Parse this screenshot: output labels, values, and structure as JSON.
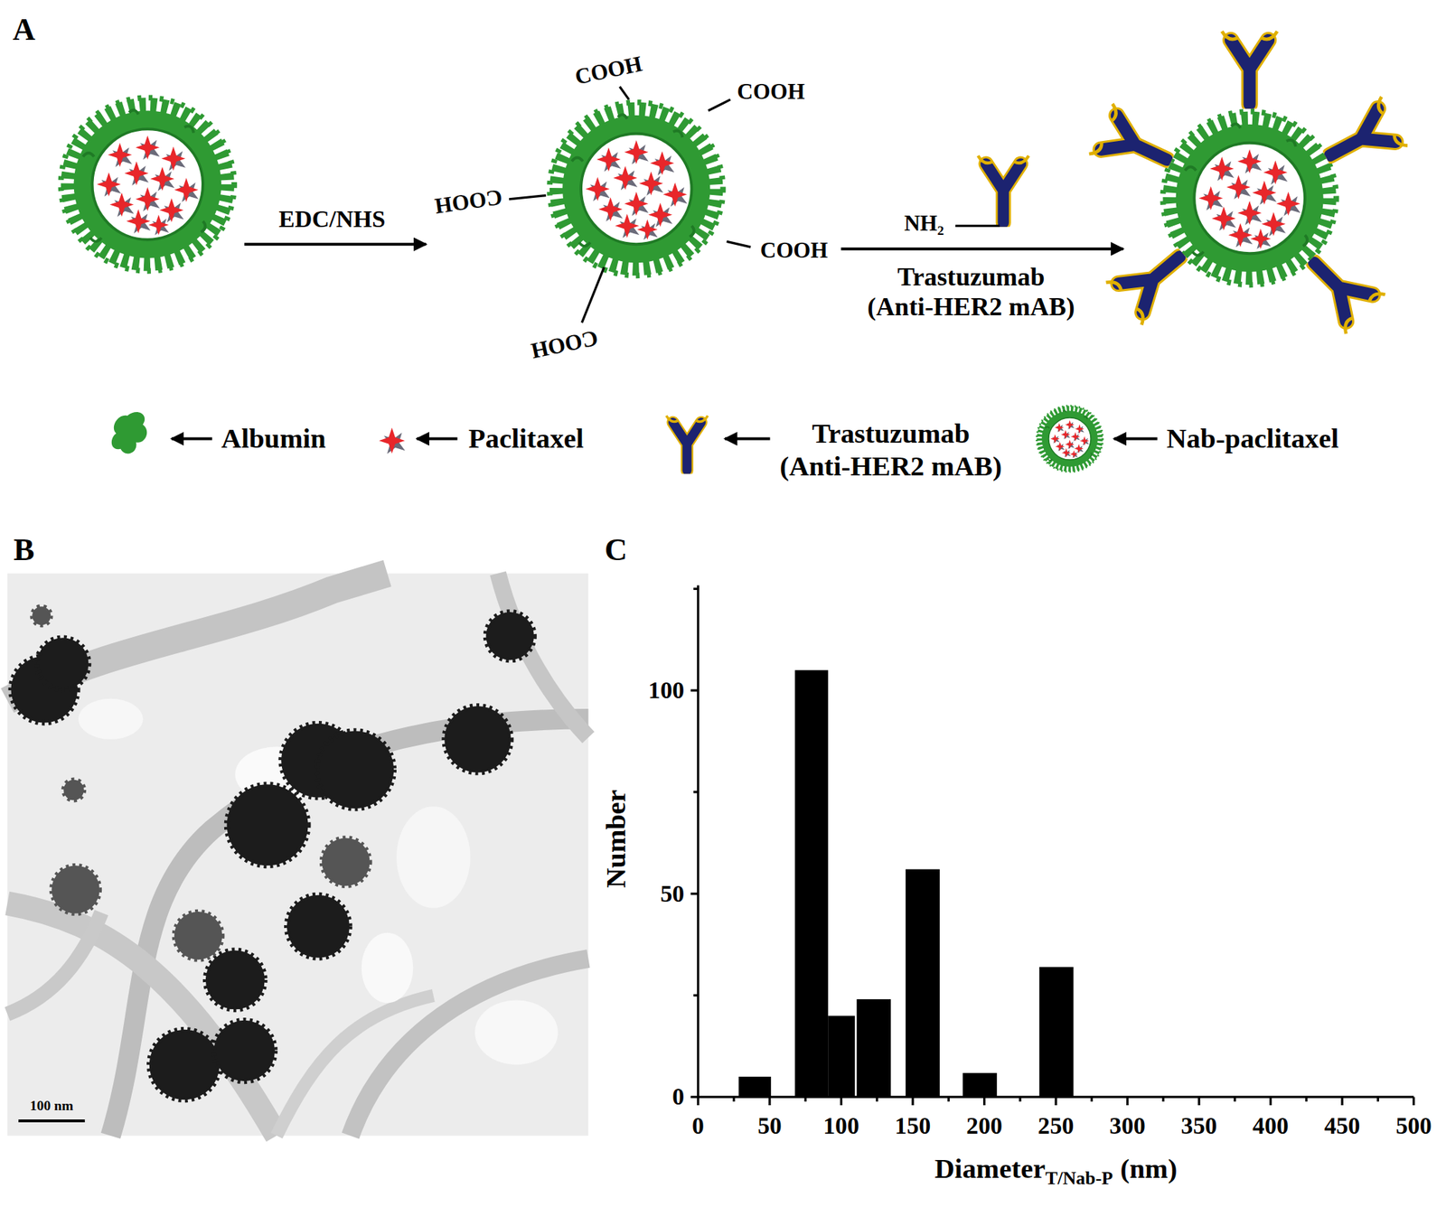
{
  "diagram": {
    "labels": [
      "A",
      "EDC/NHS",
      "COOH",
      "COOH",
      "COOH",
      "COOH",
      "COOH",
      "NH₂",
      "Trastuzumab (Anti-HER2 mAB)",
      "B",
      "100 nm",
      "C",
      "0",
      "50",
      "100",
      "0",
      "50",
      "100",
      "150",
      "200",
      "250",
      "300",
      "350",
      "400",
      "450",
      "500",
      "Number",
      "Diameter",
      "T/Nab-P",
      "(nm)"
    ],
    "legend": [
      {
        "text": "Albumin"
      },
      {
        "text": "Paclitaxel"
      },
      {
        "text": "Trastuzumab (Anti-HER2 mAB)"
      },
      {
        "text": "Nab-paclitaxel"
      }
    ]
  }
}
